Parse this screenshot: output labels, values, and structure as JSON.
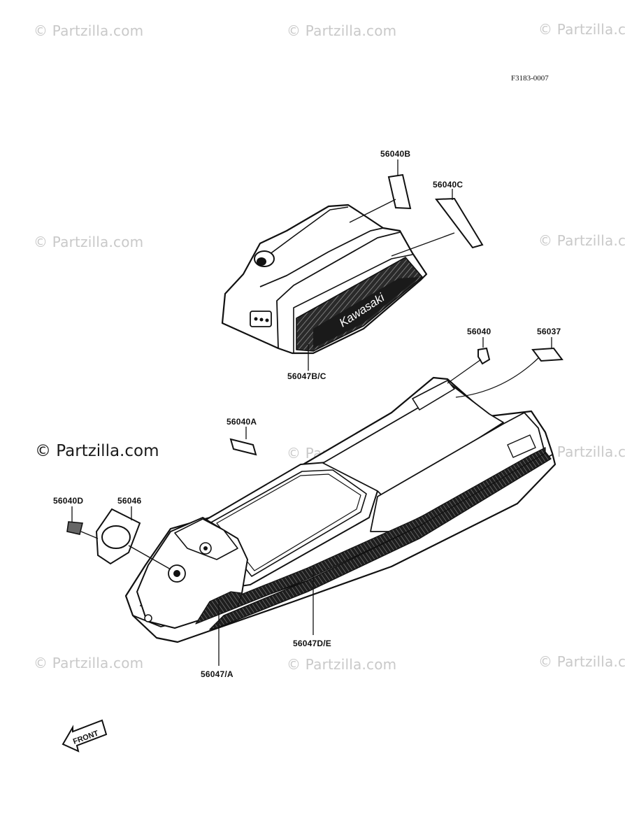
{
  "watermark": "© Partzilla.com",
  "diagram_ref": "F3183-0007",
  "brand_text": "Kawasaki",
  "front_label": "FRONT",
  "parts": {
    "p56040B": "56040B",
    "p56040C": "56040C",
    "p56047BC": "56047B/C",
    "p56040": "56040",
    "p56037": "56037",
    "p56040A": "56040A",
    "p56040D": "56040D",
    "p56046": "56046",
    "p56047DE": "56047D/E",
    "p56047A": "56047/A"
  }
}
